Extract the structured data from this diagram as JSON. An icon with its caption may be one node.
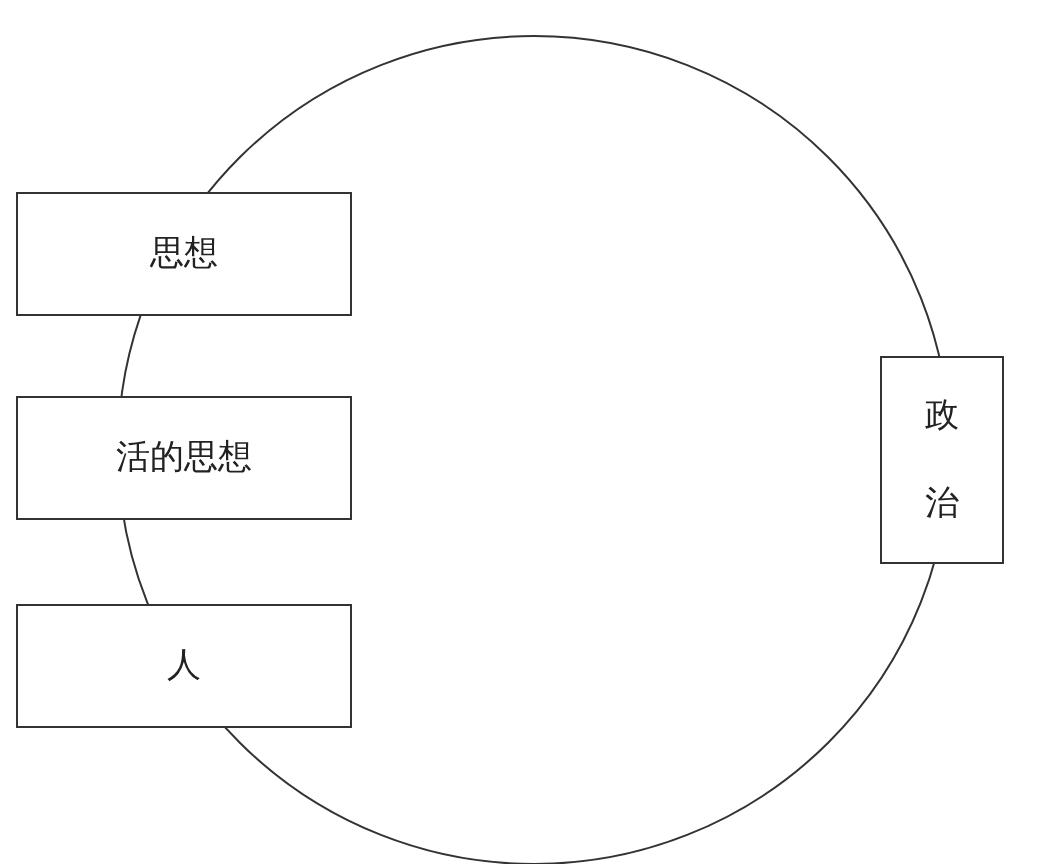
{
  "diagram": {
    "nodes": [
      {
        "text": [],
        "shape": "circle"
      },
      {
        "text": [
          "思想"
        ]
      },
      {
        "text": [
          "活的思想"
        ]
      },
      {
        "text": [
          "人"
        ]
      },
      {
        "text": [
          "政治"
        ]
      }
    ]
  }
}
